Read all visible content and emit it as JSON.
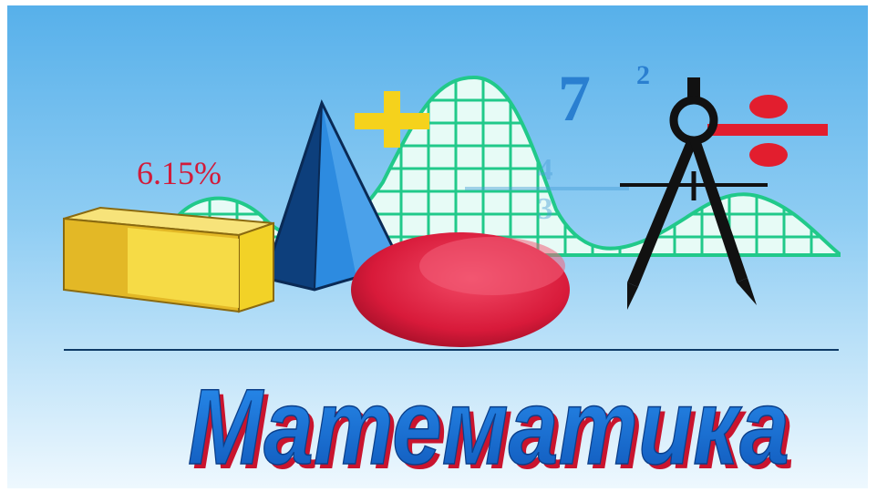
{
  "percent_label": "6.15%",
  "power_base": "7",
  "power_exponent": "2",
  "fraction_numerator": "4",
  "fraction_denominator": "3",
  "title": "Математика",
  "colors": {
    "sky_top": "#5fb6ec",
    "sky_bottom": "#e6f5fd",
    "grid_line": "#21c98a",
    "grid_fill": "#e7fbf6",
    "percent_red": "#d21b3a",
    "seven_blue": "#2a7fd0",
    "plus_yellow": "#f5d21c",
    "divide_red": "#e21e2e",
    "cube_yellow": "#f2d227",
    "pyramid_blue": "#1f6fc4",
    "ellipse_red": "#e0203c",
    "title_blue": "#1a74d8",
    "title_shadow": "#c9142e"
  }
}
